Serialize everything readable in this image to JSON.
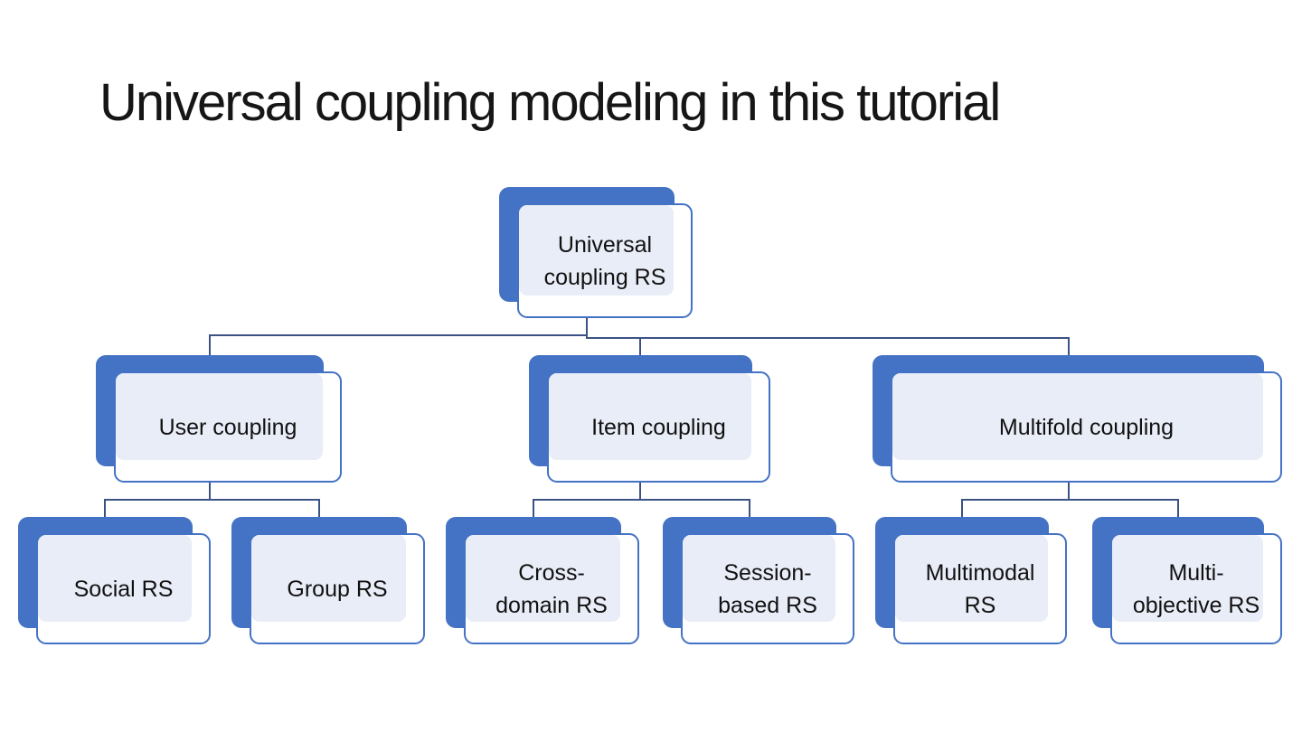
{
  "slide": {
    "title": "Universal coupling modeling in this tutorial"
  },
  "diagram": {
    "type": "hierarchy",
    "root": {
      "label": "Universal\ncoupling RS",
      "children": [
        {
          "label": "User coupling",
          "children": [
            {
              "label": "Social RS"
            },
            {
              "label": "Group RS"
            }
          ]
        },
        {
          "label": "Item coupling",
          "children": [
            {
              "label": "Cross-\ndomain RS"
            },
            {
              "label": "Session-\nbased RS"
            }
          ]
        },
        {
          "label": "Multifold coupling",
          "children": [
            {
              "label": "Multimodal\nRS"
            },
            {
              "label": "Multi-\nobjective RS"
            }
          ]
        }
      ]
    }
  },
  "colors": {
    "accent": "#4472C4",
    "connector": "#3B5384",
    "fill-light": "#E9EDF7",
    "bg": "#FFFFFF",
    "text": "#111111",
    "title-color": "#161616"
  }
}
